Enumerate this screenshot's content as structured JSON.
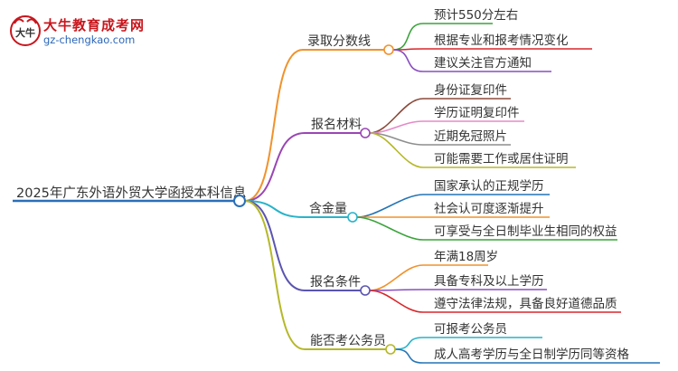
{
  "logo": {
    "title": "大牛教育成考网",
    "url": "gz-chengkao.com",
    "mark_text": "大牛"
  },
  "root": {
    "label": "2025年广东外语外贸大学函授本科信息"
  },
  "branches": [
    {
      "label": "录取分数线",
      "color": "#f0922c",
      "leaves": [
        {
          "label": "预计550分左右",
          "color": "#3aa33a"
        },
        {
          "label": "根据专业和报考情况变化",
          "color": "#d8262a"
        },
        {
          "label": "建议关注官方通知",
          "color": "#8a4fc0"
        }
      ]
    },
    {
      "label": "报名材料",
      "color": "#9a46b4",
      "leaves": [
        {
          "label": "身份证复印件",
          "color": "#8b4a3a"
        },
        {
          "label": "学历证明复印件",
          "color": "#e58ac8"
        },
        {
          "label": "近期免冠照片",
          "color": "#8e8e8e"
        },
        {
          "label": "可能需要工作或居住证明",
          "color": "#b5b828"
        }
      ]
    },
    {
      "label": "含金量",
      "color": "#27b3c9",
      "leaves": [
        {
          "label": "国家承认的正规学历",
          "color": "#2474b5"
        },
        {
          "label": "社会认可度逐渐提升",
          "color": "#f0922c"
        },
        {
          "label": "可享受与全日制毕业生相同的权益",
          "color": "#3aa33a"
        }
      ]
    },
    {
      "label": "报名条件",
      "color": "#5b55b0",
      "leaves": [
        {
          "label": "年满18周岁",
          "color": "#f0922c"
        },
        {
          "label": "具备专科及以上学历",
          "color": "#8a4fc0"
        },
        {
          "label": "遵守法律法规，具备良好道德品质",
          "color": "#d8262a"
        }
      ]
    },
    {
      "label": "能否考公务员",
      "color": "#b5b828",
      "leaves": [
        {
          "label": "可报考公务员",
          "color": "#27b3c9"
        },
        {
          "label": "成人高考学历与全日制学历同等资格",
          "color": "#2474b5"
        }
      ]
    }
  ]
}
